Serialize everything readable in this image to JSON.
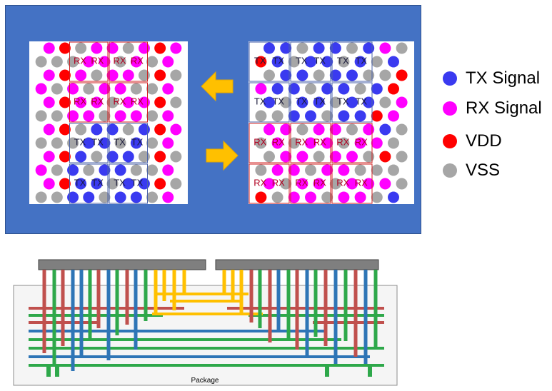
{
  "legend": {
    "items": [
      {
        "label": "TX Signal",
        "color": "#3a3af0"
      },
      {
        "label": "RX Signal",
        "color": "#ff00ff"
      },
      {
        "label": "VDD",
        "color": "#ff0000"
      },
      {
        "label": "VSS",
        "color": "#a6a6a6"
      }
    ]
  },
  "blocks": {
    "tx": "TX",
    "rx": "RX"
  },
  "package": {
    "label": "Package"
  },
  "colors": {
    "panel": "#4472c4",
    "arrow": "#ffc000",
    "route_red": "#c0504d",
    "route_green": "#2ea84a",
    "route_blue": "#2e75b6",
    "route_yellow": "#ffc000",
    "die": "#808080"
  }
}
